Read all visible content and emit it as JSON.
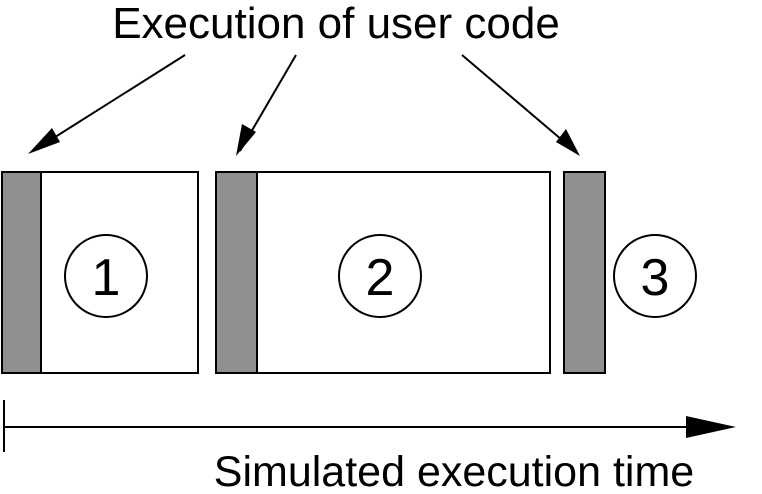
{
  "diagram": {
    "title": "Execution of user code",
    "axis_label": "Simulated execution time",
    "segments": [
      {
        "number": "1"
      },
      {
        "number": "2"
      },
      {
        "number": "3"
      }
    ]
  },
  "colors": {
    "user_code_block": "#8f8f8f",
    "stroke": "#000000",
    "background": "#ffffff"
  }
}
